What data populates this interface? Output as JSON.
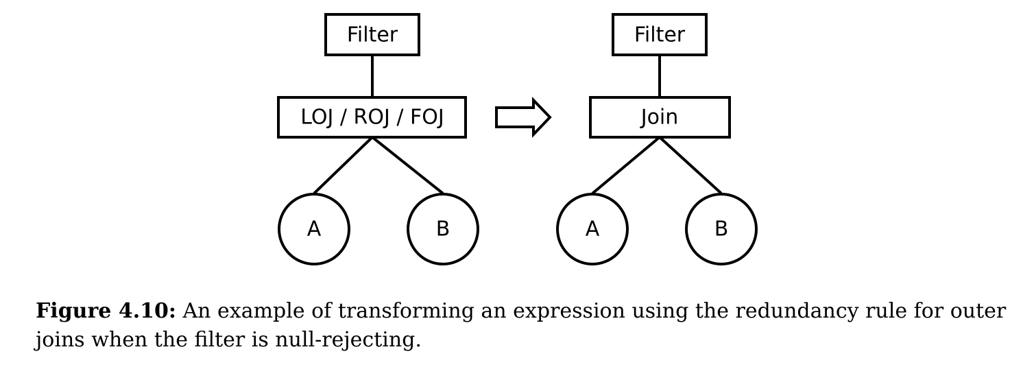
{
  "left_tree": {
    "filter_label": "Filter",
    "join_label": "LOJ / ROJ / FOJ",
    "leaf_a": "A",
    "leaf_b": "B"
  },
  "right_tree": {
    "filter_label": "Filter",
    "join_label": "Join",
    "leaf_a": "A",
    "leaf_b": "B"
  },
  "caption": {
    "label": "Figure 4.10:",
    "text": " An example of transforming an expression using the redundancy rule for outer joins when the filter is null-rejecting."
  }
}
